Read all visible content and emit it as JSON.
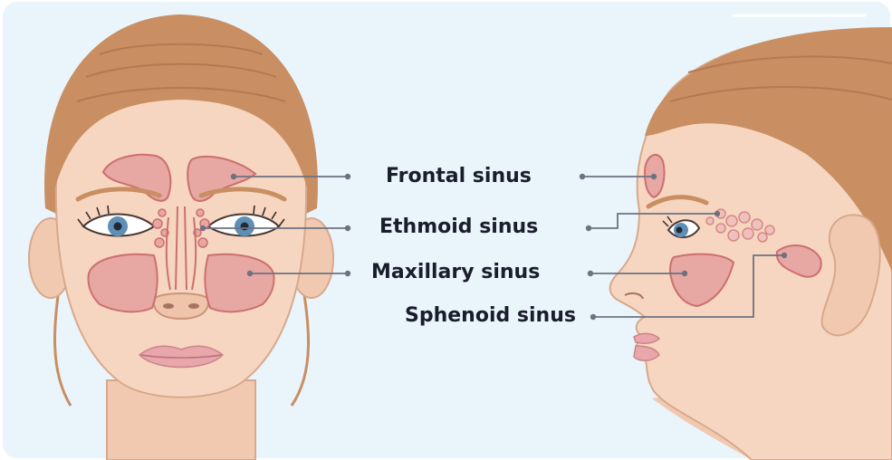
{
  "labels": {
    "frontal": "Frontal sinus",
    "ethmoid": "Ethmoid sinus",
    "maxillary": "Maxillary sinus",
    "sphenoid": "Sphenoid sinus"
  },
  "colors": {
    "background": "#e9f4fb",
    "skin": "#f6d6c0",
    "skin_outline": "#d7a98c",
    "hair": "#c98e62",
    "sinus_fill": "#e7a7a3",
    "sinus_outline": "#cc6f70",
    "leader_line": "#6e7280",
    "label_text": "#1a1d2b",
    "iris": "#5f8fb5"
  },
  "figures": [
    "front-face",
    "side-profile"
  ]
}
